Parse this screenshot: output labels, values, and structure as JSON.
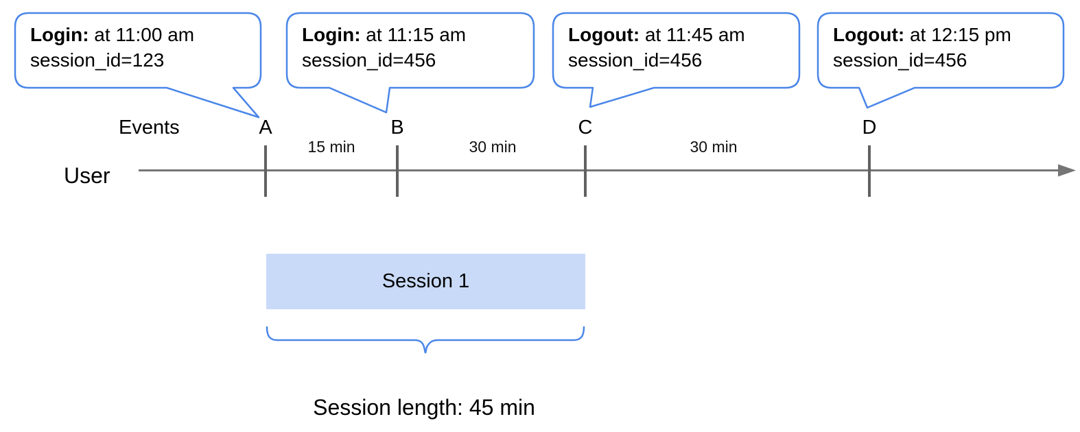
{
  "callouts": [
    {
      "event": "A",
      "bold": "Login:",
      "text": " at 11:00 am",
      "line2": "session_id=123"
    },
    {
      "event": "B",
      "bold": "Login:",
      "text": " at 11:15 am",
      "line2": "session_id=456"
    },
    {
      "event": "C",
      "bold": "Logout:",
      "text": " at 11:45 am",
      "line2": "session_id=456"
    },
    {
      "event": "D",
      "bold": "Logout:",
      "text": " at 12:15 pm",
      "line2": "session_id=456"
    }
  ],
  "axis": {
    "events_label": "Events",
    "user_label": "User",
    "markers": [
      "A",
      "B",
      "C",
      "D"
    ],
    "intervals": [
      "15 min",
      "30 min",
      "30 min"
    ]
  },
  "session": {
    "box_label": "Session 1",
    "length_label": "Session length: 45 min"
  },
  "colors": {
    "accent_blue": "#4a86e8",
    "session_fill": "#c9daf8",
    "axis_line": "#757575",
    "tick": "#616161"
  }
}
